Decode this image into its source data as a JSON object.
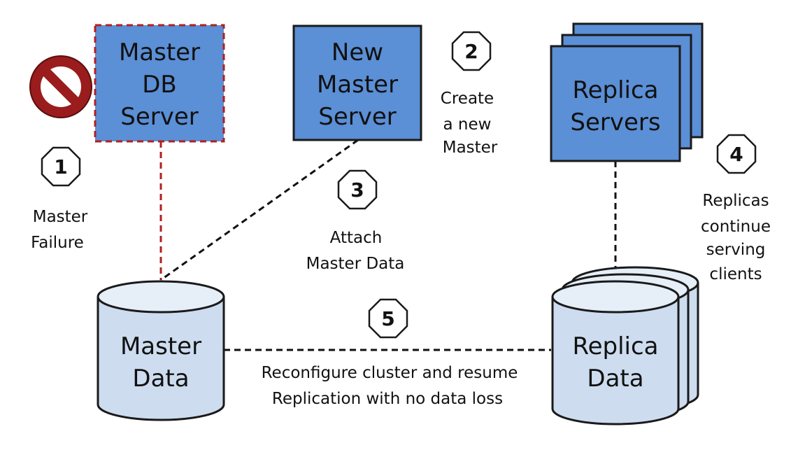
{
  "nodes": {
    "master_db_server": {
      "lines": [
        "Master",
        "DB",
        "Server"
      ],
      "status": "failed"
    },
    "new_master_server": {
      "lines": [
        "New",
        "Master",
        "Server"
      ]
    },
    "replica_servers": {
      "lines": [
        "Replica",
        "Servers"
      ]
    },
    "master_data": {
      "lines": [
        "Master",
        "Data"
      ]
    },
    "replica_data": {
      "lines": [
        "Replica",
        "Data"
      ]
    }
  },
  "steps": [
    {
      "number": "1",
      "lines": [
        "Master",
        "Failure"
      ]
    },
    {
      "number": "2",
      "lines": [
        "Create",
        "a new",
        "Master"
      ]
    },
    {
      "number": "3",
      "lines": [
        "Attach",
        "Master Data"
      ]
    },
    {
      "number": "4",
      "lines": [
        "Replicas",
        "continue",
        "serving",
        "clients"
      ]
    },
    {
      "number": "5",
      "lines": [
        "Reconfigure cluster and  resume",
        "Replication with no data loss"
      ]
    }
  ],
  "colors": {
    "server_fill": "#5b8fd6",
    "server_stroke": "#1a1a1a",
    "failed_stroke": "#b02020",
    "cylinder_fill": "#cddcef",
    "cylinder_top": "#e6eef8",
    "no_sign": "#9b1c1c"
  }
}
